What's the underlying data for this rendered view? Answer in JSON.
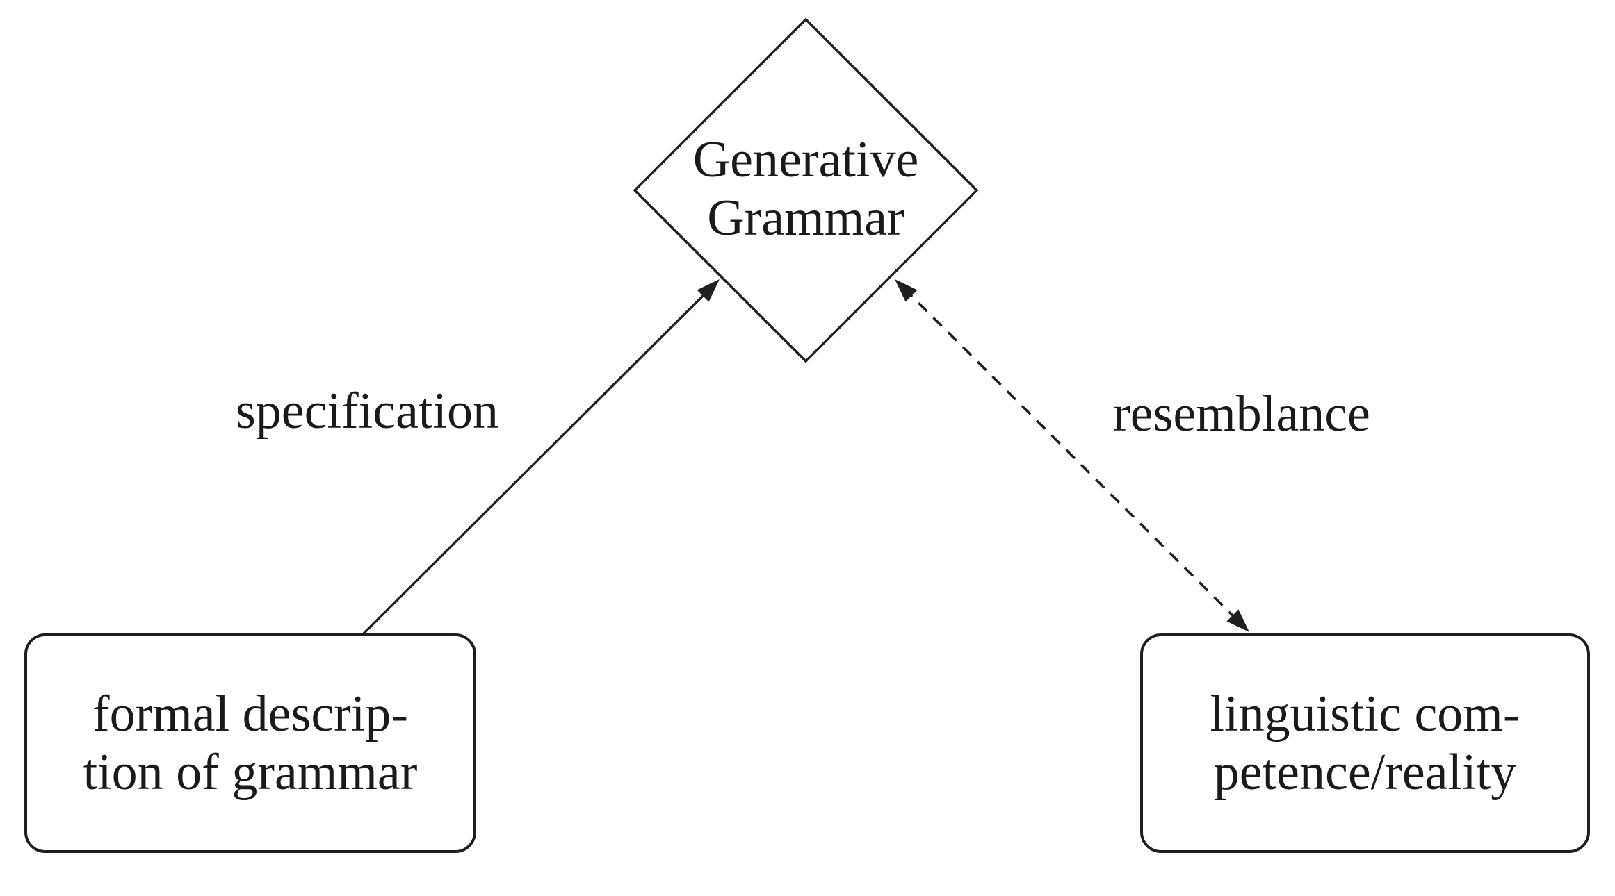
{
  "diagram": {
    "background_color": "#ffffff",
    "stroke_color": "#1f1f1f",
    "text_color": "#1a1a1a",
    "nodes": {
      "generative_grammar": {
        "shape": "diamond",
        "lines": [
          "Generative",
          "Grammar"
        ]
      },
      "formal_description": {
        "shape": "rounded-rectangle",
        "lines": [
          "formal descrip-",
          "tion of grammar"
        ]
      },
      "linguistic_competence": {
        "shape": "rounded-rectangle",
        "lines": [
          "linguistic com-",
          "petence/reality"
        ]
      }
    },
    "edges": [
      {
        "label": "specification",
        "style": "solid",
        "direction": "one-way",
        "from": "formal_description",
        "to": "generative_grammar"
      },
      {
        "label": "resemblance",
        "style": "dashed",
        "direction": "two-way",
        "from": "generative_grammar",
        "to": "linguistic_competence"
      }
    ]
  }
}
